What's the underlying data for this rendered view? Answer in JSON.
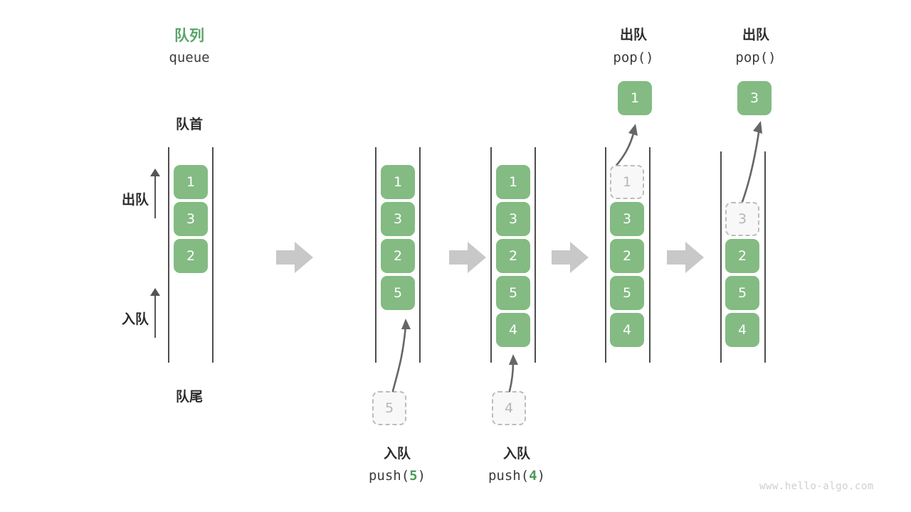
{
  "diagram": {
    "title_cn": "队列",
    "title_en": "queue",
    "head_label": "队首",
    "tail_label": "队尾",
    "dequeue_label": "出队",
    "enqueue_label": "入队",
    "watermark": "www.hello-algo.com",
    "colors": {
      "filled_box": "#83bb83",
      "box_text": "#ffffff",
      "ghost_fill": "#f8f8f8",
      "ghost_border": "#bcbcbc",
      "ghost_text": "#b6b6b6",
      "rail": "#4d4d4d",
      "arrow": "#555555",
      "step_arrow": "#c8c8c8",
      "title_green": "#5aa469",
      "accent_green": "#4c9a59",
      "watermark": "#cfcfcf"
    }
  },
  "steps": [
    {
      "name": "initial",
      "queue": [
        "1",
        "3",
        "2"
      ],
      "ghost_at_top": null,
      "incoming": null,
      "popped": null,
      "top_label_cn": null,
      "top_label_code": null,
      "bottom_label_cn": null,
      "bottom_label_code": null
    },
    {
      "name": "push-5",
      "queue": [
        "1",
        "3",
        "2",
        "5"
      ],
      "ghost_at_top": null,
      "incoming": "5",
      "popped": null,
      "top_label_cn": null,
      "top_label_code": null,
      "bottom_label_cn": "入队",
      "bottom_label_code": "push(5)",
      "bottom_label_code_pre": "push(",
      "bottom_label_code_num": "5",
      "bottom_label_code_post": ")"
    },
    {
      "name": "push-4",
      "queue": [
        "1",
        "3",
        "2",
        "5",
        "4"
      ],
      "ghost_at_top": null,
      "incoming": "4",
      "popped": null,
      "top_label_cn": null,
      "top_label_code": null,
      "bottom_label_cn": "入队",
      "bottom_label_code": "push(4)",
      "bottom_label_code_pre": "push(",
      "bottom_label_code_num": "4",
      "bottom_label_code_post": ")"
    },
    {
      "name": "pop-1",
      "queue": [
        "3",
        "2",
        "5",
        "4"
      ],
      "ghost_at_top": "1",
      "incoming": null,
      "popped": "1",
      "top_label_cn": "出队",
      "top_label_code": "pop()",
      "bottom_label_cn": null,
      "bottom_label_code": null
    },
    {
      "name": "pop-3",
      "queue": [
        "2",
        "5",
        "4"
      ],
      "ghost_at_top": "3",
      "incoming": null,
      "popped": "3",
      "top_label_cn": "出队",
      "top_label_code": "pop()",
      "bottom_label_cn": null,
      "bottom_label_code": null
    }
  ]
}
